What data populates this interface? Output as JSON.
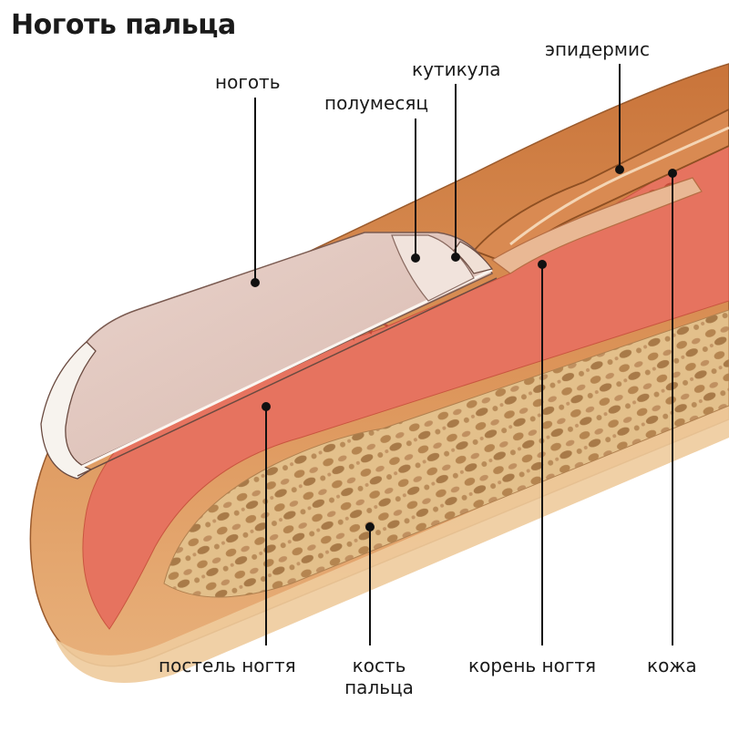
{
  "title": "Ноготь пальца",
  "labels": {
    "nail": "ноготь",
    "lunula": "полумесяц",
    "cuticle": "кутикула",
    "epidermis": "эпидермис",
    "nail_bed": "постель ногтя",
    "bone": "кость пальца",
    "bone_line1": "кость",
    "bone_line2": "пальца",
    "nail_root": "корень ногтя",
    "skin": "кожа"
  },
  "colors": {
    "outer_skin": "#d7894f",
    "outer_skin_dark": "#b7652d",
    "dermis": "#e4705f",
    "dermis_light": "#ee9a86",
    "bone_bg": "#e6c592",
    "bone_spots": "#b98a55",
    "nail_plate": "#e2c9c1",
    "nail_edge": "#f3ece6",
    "line": "#111111"
  }
}
